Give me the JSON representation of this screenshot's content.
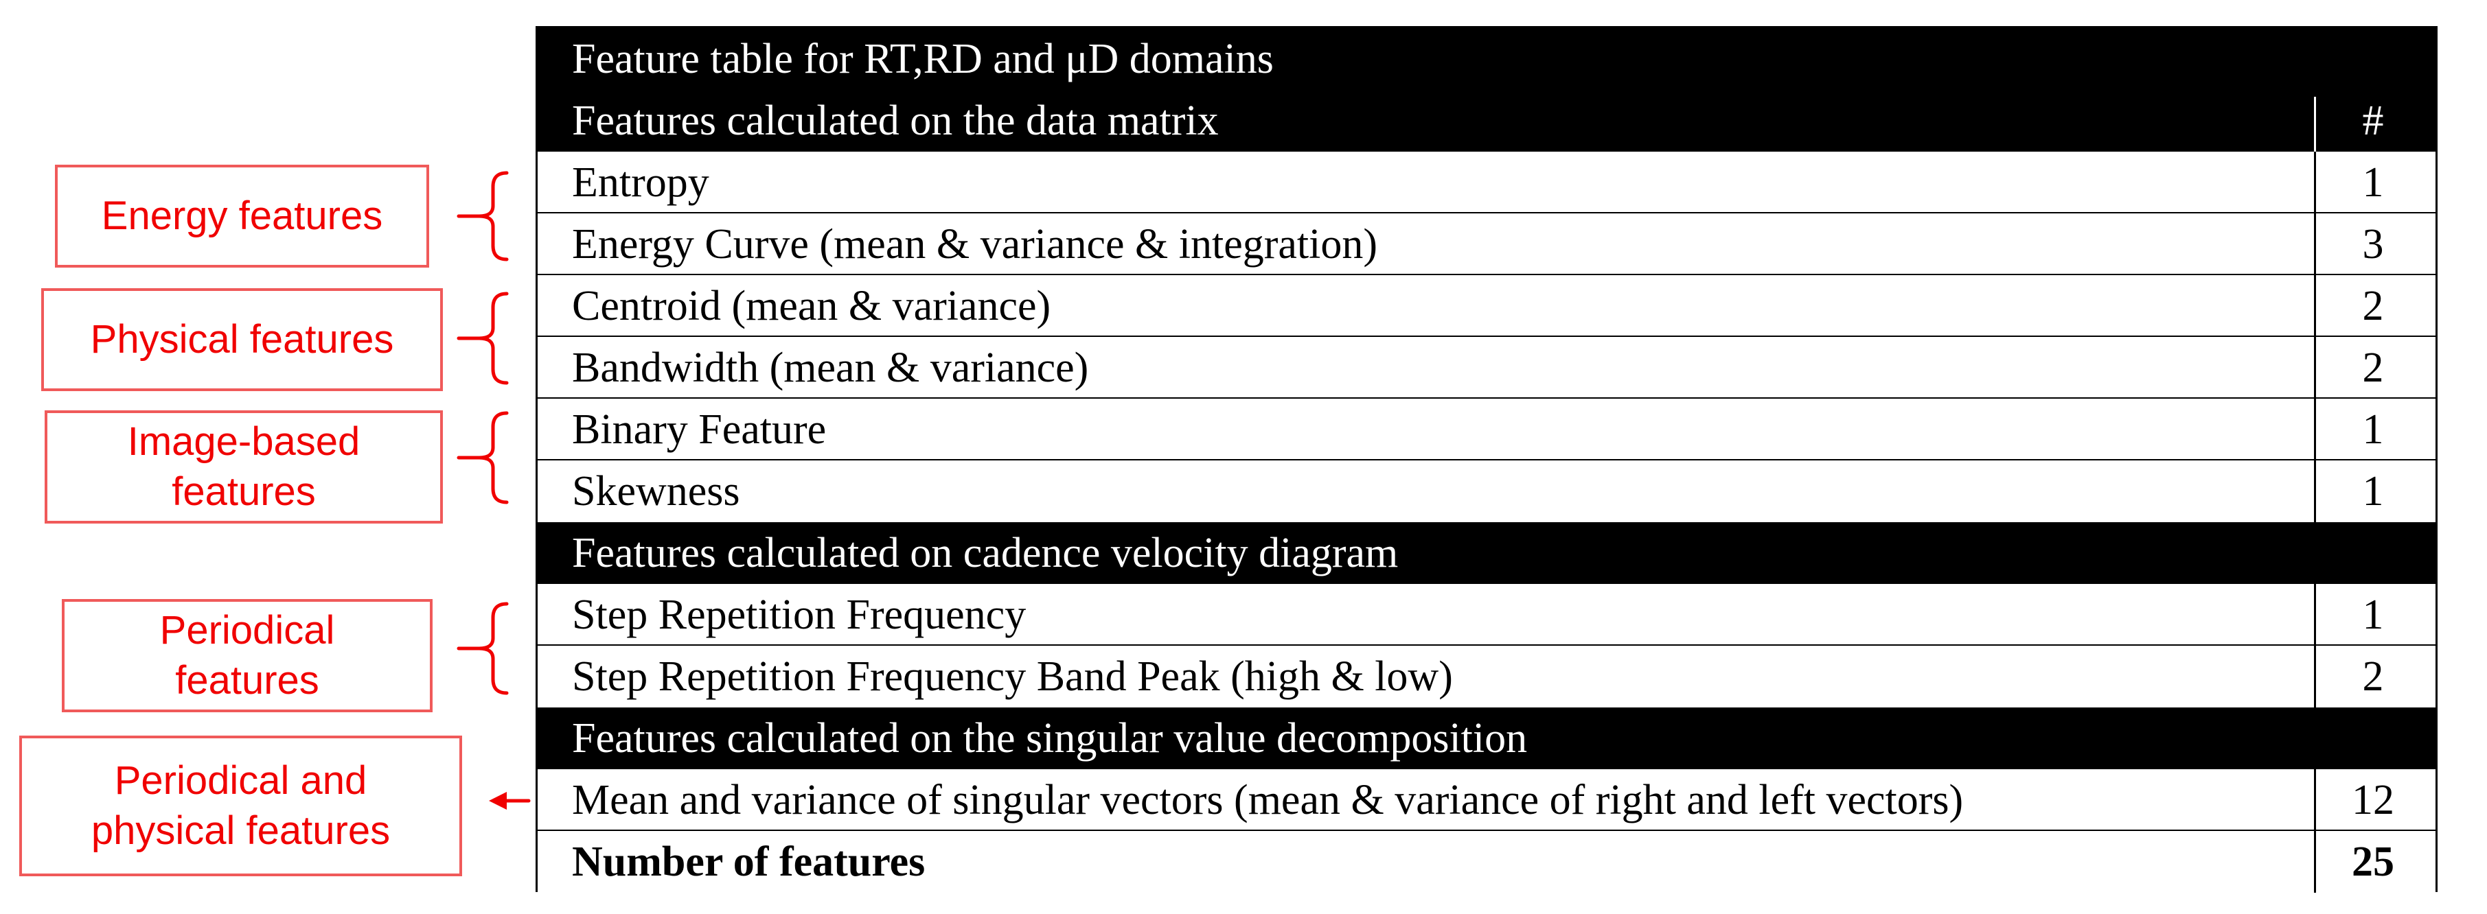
{
  "table": {
    "title": "Feature table for RT,RD and μD domains",
    "count_header": "#",
    "sections": [
      {
        "heading": "Features calculated on the data matrix",
        "rows": [
          {
            "name": "Entropy",
            "count": "1"
          },
          {
            "name": "Energy Curve (mean & variance & integration)",
            "count": "3"
          },
          {
            "name": "Centroid (mean & variance)",
            "count": "2"
          },
          {
            "name": "Bandwidth (mean & variance)",
            "count": "2"
          },
          {
            "name": "Binary Feature",
            "count": "1"
          },
          {
            "name": "Skewness",
            "count": "1"
          }
        ]
      },
      {
        "heading": "Features calculated on cadence velocity diagram",
        "rows": [
          {
            "name": "Step Repetition Frequency",
            "count": "1"
          },
          {
            "name": "Step Repetition Frequency Band Peak (high & low)",
            "count": "2"
          }
        ]
      },
      {
        "heading": "Features calculated on the singular value decomposition",
        "rows": [
          {
            "name": "Mean and variance of singular vectors (mean & variance of right and left vectors)",
            "count": "12"
          }
        ]
      }
    ],
    "total": {
      "label": "Number of features",
      "count": "25"
    }
  },
  "groups": [
    {
      "lines": [
        "Energy features"
      ]
    },
    {
      "lines": [
        "Physical features"
      ]
    },
    {
      "lines": [
        "Image-based",
        "features"
      ]
    },
    {
      "lines": [
        "Periodical",
        "features"
      ]
    },
    {
      "lines": [
        "Periodical and",
        "physical features"
      ]
    }
  ],
  "colors": {
    "annotation": "#f00000",
    "header_bg": "#000000"
  }
}
